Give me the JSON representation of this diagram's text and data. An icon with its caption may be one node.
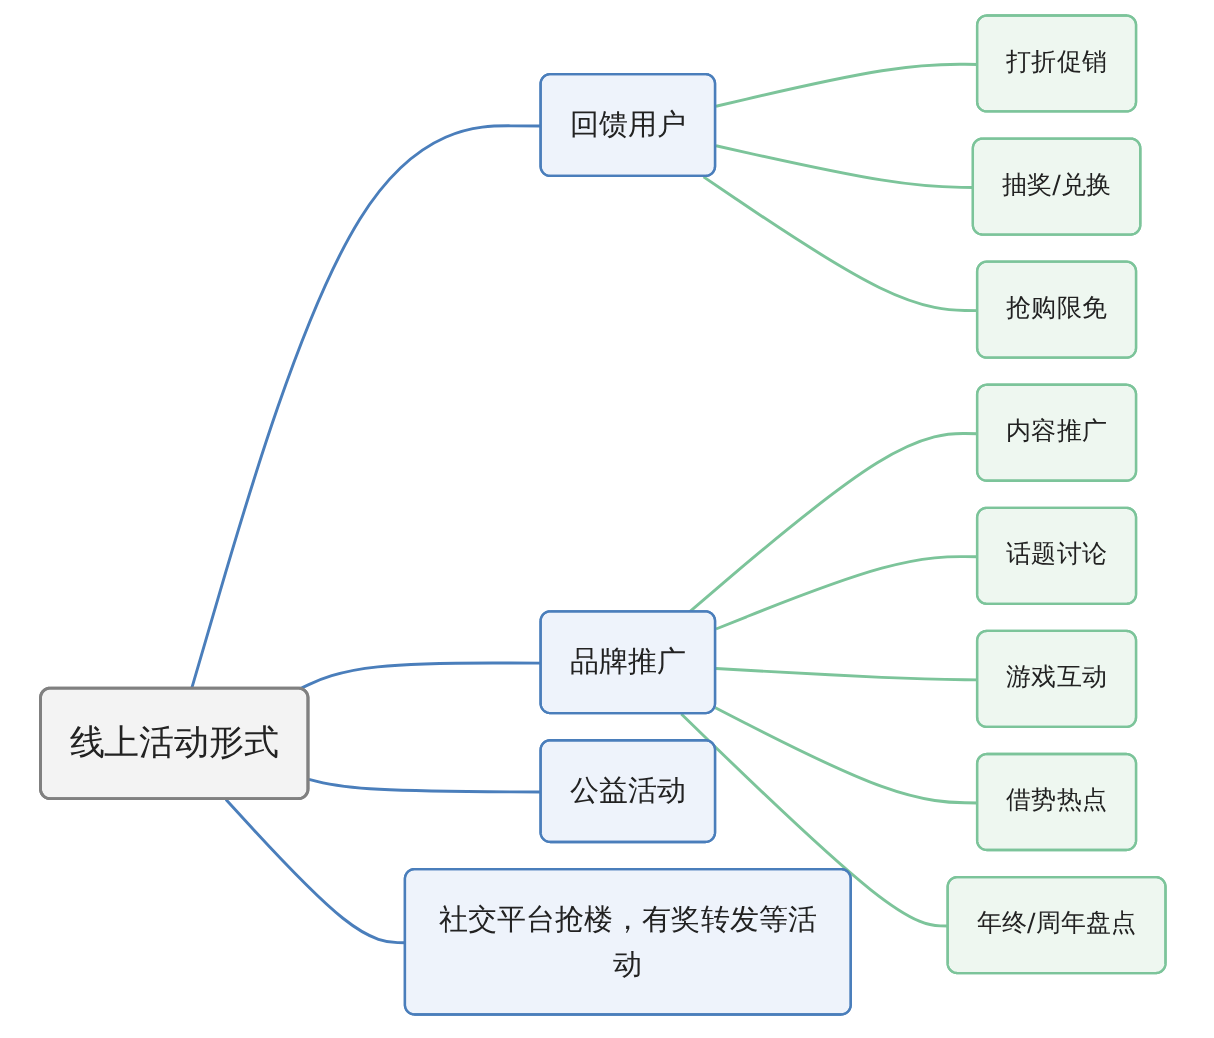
{
  "diagram": {
    "nodes": [
      {
        "text": [
          "线上活动形式"
        ]
      },
      {
        "text": [
          "回馈用户"
        ]
      },
      {
        "text": [
          "打折促销"
        ]
      },
      {
        "text": [
          "抽奖/兑换"
        ]
      },
      {
        "text": [
          "抢购限免"
        ]
      },
      {
        "text": [
          "品牌推广"
        ]
      },
      {
        "text": [
          "内容推广"
        ]
      },
      {
        "text": [
          "话题讨论"
        ]
      },
      {
        "text": [
          "游戏互动"
        ]
      },
      {
        "text": [
          "借势热点"
        ]
      },
      {
        "text": [
          "年终/周年盘点"
        ]
      },
      {
        "text": [
          "公益活动"
        ]
      },
      {
        "text": [
          "社交平台抢楼，有奖转发等活动"
        ]
      }
    ],
    "edges": [
      {
        "from": 0,
        "to": 1,
        "arrow": "none",
        "color": "#4a7ebb"
      },
      {
        "from": 1,
        "to": 2,
        "arrow": "none"
      },
      {
        "from": 1,
        "to": 3,
        "arrow": "none"
      },
      {
        "from": 1,
        "to": 4,
        "arrow": "none"
      },
      {
        "from": 0,
        "to": 5,
        "arrow": "none",
        "color": "#4a7ebb"
      },
      {
        "from": 5,
        "to": 6,
        "arrow": "none"
      },
      {
        "from": 5,
        "to": 7,
        "arrow": "none"
      },
      {
        "from": 5,
        "to": 8,
        "arrow": "none"
      },
      {
        "from": 5,
        "to": 9,
        "arrow": "none"
      },
      {
        "from": 5,
        "to": 10,
        "arrow": "none"
      },
      {
        "from": 0,
        "to": 11,
        "arrow": "none",
        "color": "#4a7ebb"
      },
      {
        "from": 0,
        "to": 12,
        "arrow": "none",
        "color": "#4a7ebb"
      }
    ]
  }
}
